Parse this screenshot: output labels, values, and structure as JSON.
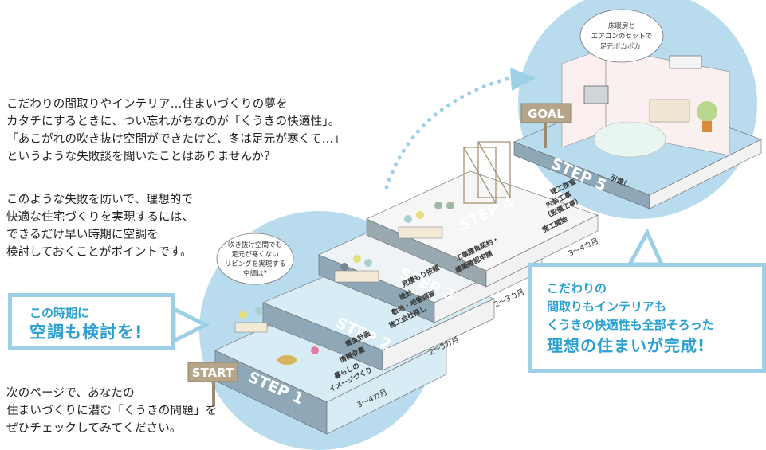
{
  "intro": {
    "paragraph1": [
      "こだわりの間取りやインテリア…住まいづくりの夢を",
      "カタチにするときに、つい忘れがちなのが「くうきの快適性」。",
      "「あこがれの吹き抜け空間ができたけど、冬は足元が寒くて…」",
      "というような失敗談を聞いたことはありませんか？"
    ],
    "paragraph2": [
      "このような失敗を防いで、理想的で",
      "快適な住宅づくりを実現するには、",
      "できるだけ早い時期に空調を",
      "検討しておくことがポイントです。"
    ]
  },
  "outro": [
    "次のページで、あなたの",
    "住まいづくりに潜む「くうきの問題」を",
    "ぜひチェックしてみてください。"
  ],
  "callout_left": {
    "line1": "この時期に",
    "line2": "空調も検討を!"
  },
  "callout_right": {
    "line1": "こだわりの",
    "line2": "間取りもインテリアも",
    "line3": "くうきの快適性も全部そろった",
    "line4": "理想の住まいが完成!"
  },
  "signs": {
    "start": "START",
    "goal": "GOAL"
  },
  "bubbles": {
    "early": [
      "吹き抜け空間でも",
      "足元が寒くない",
      "リビングを実現する",
      "空調は?"
    ],
    "goal": [
      "床暖房と",
      "エアコンのセットで",
      "足元ポカポカ!"
    ]
  },
  "steps": [
    {
      "label": "STEP 1",
      "tasks": [
        "資金計画",
        "情報収集",
        "暮らしの",
        "イメージづくり"
      ],
      "duration": "3〜4カ月"
    },
    {
      "label": "STEP 2",
      "tasks": [
        "見積もり依頼",
        "設計",
        "敷地・地盤調査",
        "施工会社探し"
      ],
      "duration": "2〜3カ月"
    },
    {
      "label": "STEP 3",
      "tasks": [
        "工事請負契約・",
        "建築確認申請"
      ],
      "duration": "2〜3カ月"
    },
    {
      "label": "STEP 4",
      "tasks": [
        "竣工検査",
        "内装工事",
        "（設備工事）",
        "施工開始"
      ],
      "duration": "3〜4カ月"
    },
    {
      "label": "STEP 5",
      "tasks": [
        "引渡し"
      ],
      "duration": ""
    }
  ],
  "colors": {
    "accent_blue": "#2a9fd2",
    "callout_border": "#9dd0e6",
    "circle_blue": "#b8dcee",
    "step_side": "#8fa8b8",
    "sign_brown": "#b5a58a"
  }
}
